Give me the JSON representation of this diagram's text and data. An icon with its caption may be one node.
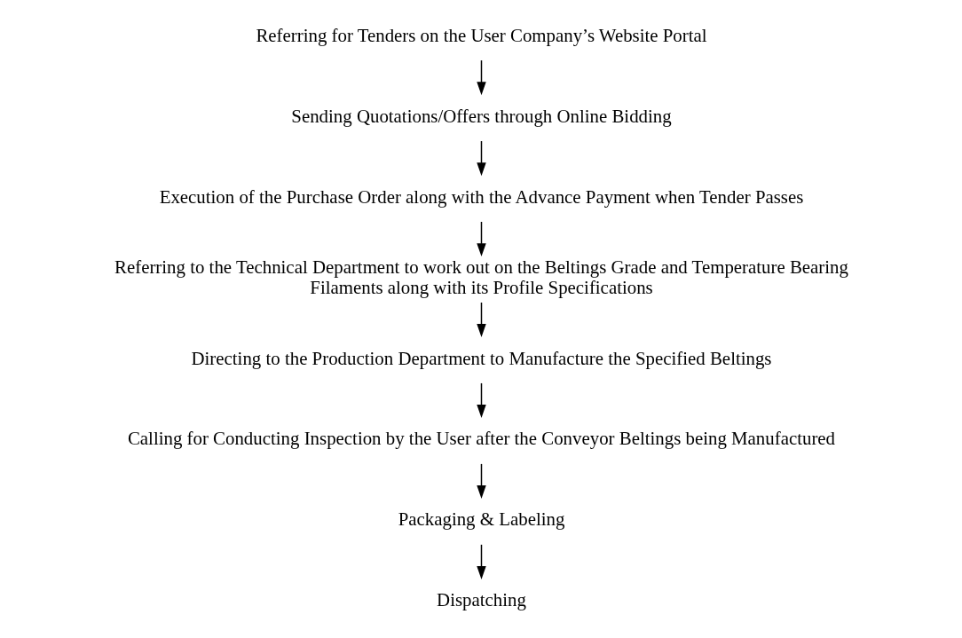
{
  "diagram": {
    "nodes": [
      {
        "text": [
          "Referring for Tenders on the User Company’s Website Portal"
        ]
      },
      {
        "text": [
          "Sending Quotations/Offers through Online Bidding"
        ]
      },
      {
        "text": [
          "Execution of the Purchase Order along with the Advance Payment when Tender Passes"
        ]
      },
      {
        "text": [
          "Referring to the Technical Department to work out on the Beltings Grade and Temperature Bearing Filaments along with its Profile Specifications"
        ]
      },
      {
        "text": [
          "Directing to the Production Department to Manufacture the Specified Beltings"
        ]
      },
      {
        "text": [
          "Calling for Conducting Inspection by the User after the Conveyor Beltings being Manufactured"
        ]
      },
      {
        "text": [
          "Packaging & Labeling"
        ]
      },
      {
        "text": [
          "Dispatching"
        ]
      }
    ],
    "edges": [
      {
        "from": 0,
        "to": 1,
        "arrow": "to"
      },
      {
        "from": 1,
        "to": 2,
        "arrow": "to"
      },
      {
        "from": 2,
        "to": 3,
        "arrow": "to"
      },
      {
        "from": 3,
        "to": 4,
        "arrow": "to"
      },
      {
        "from": 4,
        "to": 5,
        "arrow": "to"
      },
      {
        "from": 5,
        "to": 6,
        "arrow": "to"
      },
      {
        "from": 6,
        "to": 7,
        "arrow": "to"
      }
    ]
  }
}
